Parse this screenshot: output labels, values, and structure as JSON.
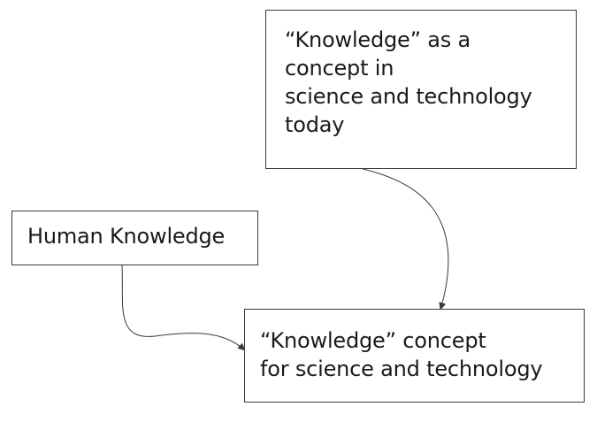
{
  "diagram": {
    "nodes": {
      "concept_today": {
        "lines": [
          "“Knowledge” as a",
          "concept in",
          "science and technology",
          "today"
        ]
      },
      "human_knowledge": {
        "lines": [
          "Human Knowledge"
        ]
      },
      "concept_for": {
        "lines": [
          "“Knowledge” concept",
          "for science and technology"
        ]
      }
    },
    "edges": [
      {
        "from": "concept_today",
        "to": "concept_for"
      },
      {
        "from": "human_knowledge",
        "to": "concept_for"
      }
    ],
    "colors": {
      "stroke": "#3a3a3a",
      "text": "#1a1a1a",
      "background": "#ffffff"
    }
  }
}
